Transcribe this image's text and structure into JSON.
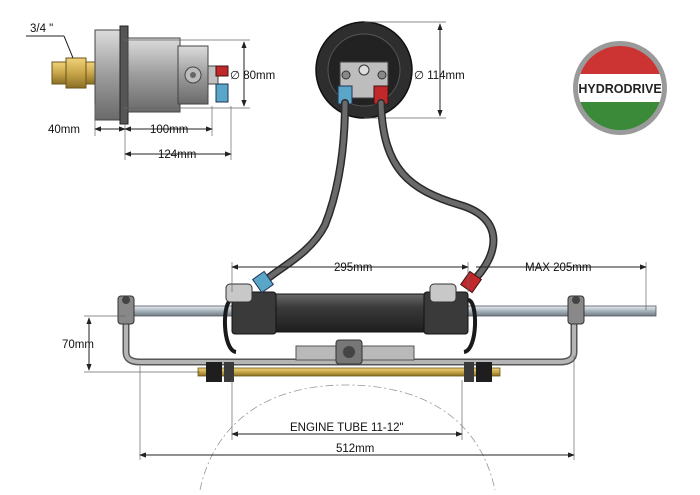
{
  "logo": {
    "text": "HYDRODRIVE",
    "colors": {
      "top": "#cc3333",
      "middle": "#ffffff",
      "bottom": "#3a8a3a",
      "ring": "#9a9a9a"
    }
  },
  "pump": {
    "thread_label": "3/4 \"",
    "dim_diameter": "∅ 80mm",
    "dim_shaft": "40mm",
    "dim_body": "100mm",
    "dim_total": "124mm"
  },
  "helm": {
    "dim_diameter": "∅ 114mm"
  },
  "cylinder": {
    "dim_ports": "295mm",
    "dim_max": "MAX 205mm",
    "dim_height": "70mm",
    "dim_engine_tube": "ENGINE TUBE 11-12\"",
    "dim_total": "512mm"
  },
  "colors": {
    "fitting_blue": "#5aa6c8",
    "fitting_red": "#c0282c",
    "hose": "#4d4d4d",
    "metal": "#9a9a9a",
    "dark": "#2b2b2b",
    "brass": "#c9a64a"
  }
}
